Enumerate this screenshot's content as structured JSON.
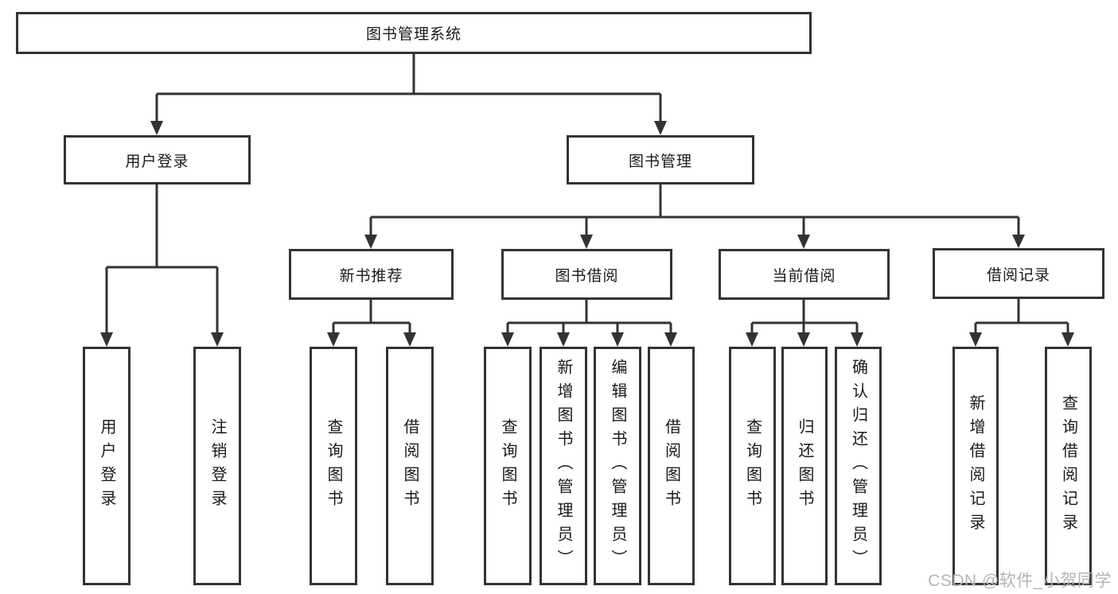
{
  "diagram_type": "hierarchy-tree",
  "colors": {
    "background": "#ffffff",
    "line": "#333333",
    "box_border": "#333333",
    "text": "#1a1a1a",
    "watermark": "#b5b5b5"
  },
  "tree": {
    "label": "图书管理系统",
    "children": [
      {
        "label": "用户登录",
        "children": [
          {
            "label": "用户登录"
          },
          {
            "label": "注销登录"
          }
        ]
      },
      {
        "label": "图书管理",
        "children": [
          {
            "label": "新书推荐",
            "children": [
              {
                "label": "查询图书"
              },
              {
                "label": "借阅图书"
              }
            ]
          },
          {
            "label": "图书借阅",
            "children": [
              {
                "label": "查询图书"
              },
              {
                "label": "新增图书（管理员）"
              },
              {
                "label": "编辑图书（管理员）"
              },
              {
                "label": "借阅图书"
              }
            ]
          },
          {
            "label": "当前借阅",
            "children": [
              {
                "label": "查询图书"
              },
              {
                "label": "归还图书"
              },
              {
                "label": "确认归还（管理员）"
              }
            ]
          },
          {
            "label": "借阅记录",
            "children": [
              {
                "label": "新增借阅记录"
              },
              {
                "label": "查询借阅记录"
              }
            ]
          }
        ]
      }
    ]
  },
  "watermark": {
    "text": "CSDN @软件_小贺同学"
  }
}
